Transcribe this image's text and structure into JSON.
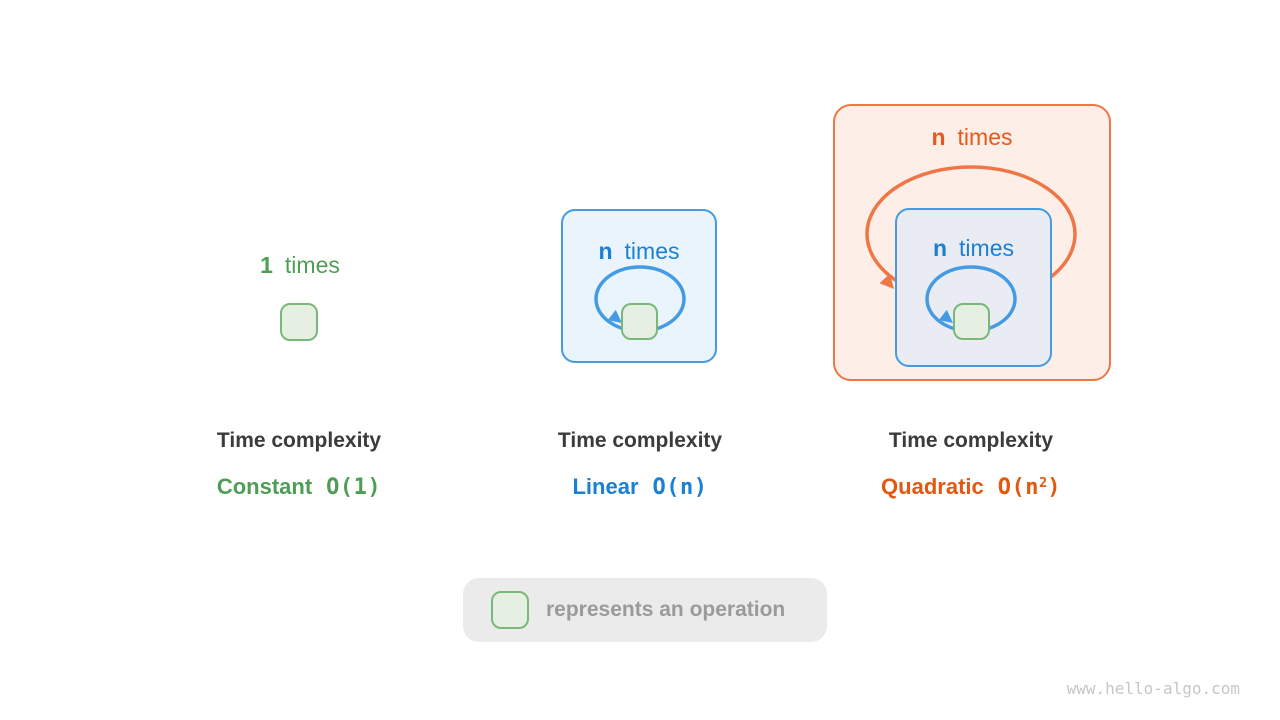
{
  "watermark": "www.hello-algo.com",
  "legend": {
    "text": "represents an operation"
  },
  "colors": {
    "green_text": "#4f9e55",
    "green_box_border": "#7ab87a",
    "green_box_fill": "#e5f0e2",
    "blue_text": "#1b7fd2",
    "blue_panel_border": "#459ae0",
    "blue_panel_fill_light": "#e9f4fc",
    "blue_panel_fill_gray": "#e9edf3",
    "blue_loop_arrow": "#459ae4",
    "orange_text": "#e8581a",
    "orange_panel_border": "#ef7747",
    "orange_panel_fill": "#fdeee7",
    "title_text": "#3b3b3b",
    "legend_bg": "#ebebeb",
    "legend_text": "#9a9a9a",
    "watermark_text": "#c6c6c6"
  },
  "sections": [
    {
      "loop_count": "1",
      "loop_word": "times",
      "title": "Time complexity",
      "complexity_name": "Constant",
      "big_o_main": "O(1)",
      "big_o_sup": "",
      "big_o_tail": ""
    },
    {
      "loop_count": "n",
      "loop_word": "times",
      "title": "Time complexity",
      "complexity_name": "Linear",
      "big_o_main": "O(n)",
      "big_o_sup": "",
      "big_o_tail": ""
    },
    {
      "outer_loop_count": "n",
      "outer_loop_word": "times",
      "inner_loop_count": "n",
      "inner_loop_word": "times",
      "title": "Time complexity",
      "complexity_name": "Quadratic",
      "big_o_main": "O(n",
      "big_o_sup": "2",
      "big_o_tail": ")"
    }
  ]
}
